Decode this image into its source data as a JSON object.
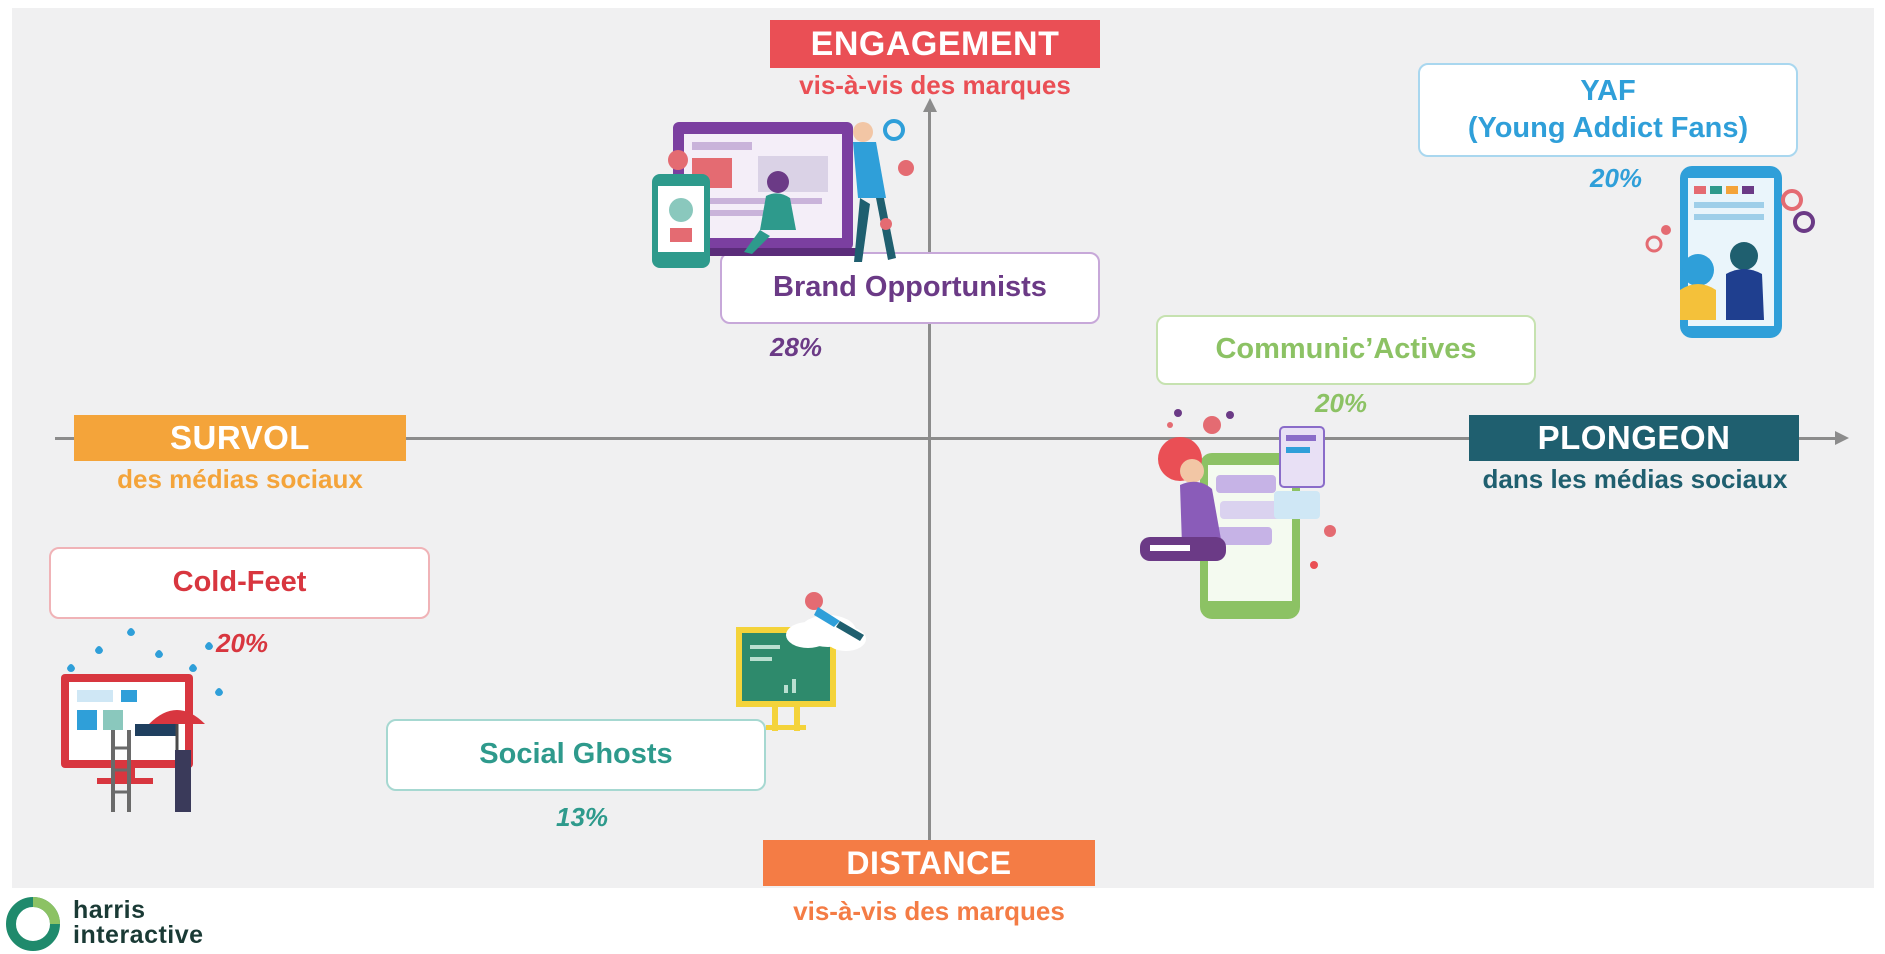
{
  "axes": {
    "top": {
      "title": "ENGAGEMENT",
      "subtitle": "vis-à-vis des marques",
      "color": "#ea4f55"
    },
    "bottom": {
      "title": "DISTANCE",
      "subtitle": "vis-à-vis des marques",
      "color": "#f47c45"
    },
    "left": {
      "title": "SURVOL",
      "subtitle": "des médias sociaux",
      "color": "#f4a43a"
    },
    "right": {
      "title": "PLONGEON",
      "subtitle": "dans les médias sociaux",
      "color": "#1f5f6f"
    }
  },
  "segments": [
    {
      "id": "yaf",
      "name": "YAF\n(Young Addict Fans)",
      "pct": "20%",
      "color": "#2f9fd9"
    },
    {
      "id": "brand",
      "name": "Brand Opportunists",
      "pct": "28%",
      "color": "#6b3a86"
    },
    {
      "id": "communic",
      "name": "Communic’Actives",
      "pct": "20%",
      "color": "#8cc264"
    },
    {
      "id": "cold",
      "name": "Cold-Feet",
      "pct": "20%",
      "color": "#d8363f"
    },
    {
      "id": "ghosts",
      "name": "Social Ghosts",
      "pct": "13%",
      "color": "#2e9a8c"
    }
  ],
  "logo": {
    "line1": "harris",
    "line2": "interactive"
  }
}
